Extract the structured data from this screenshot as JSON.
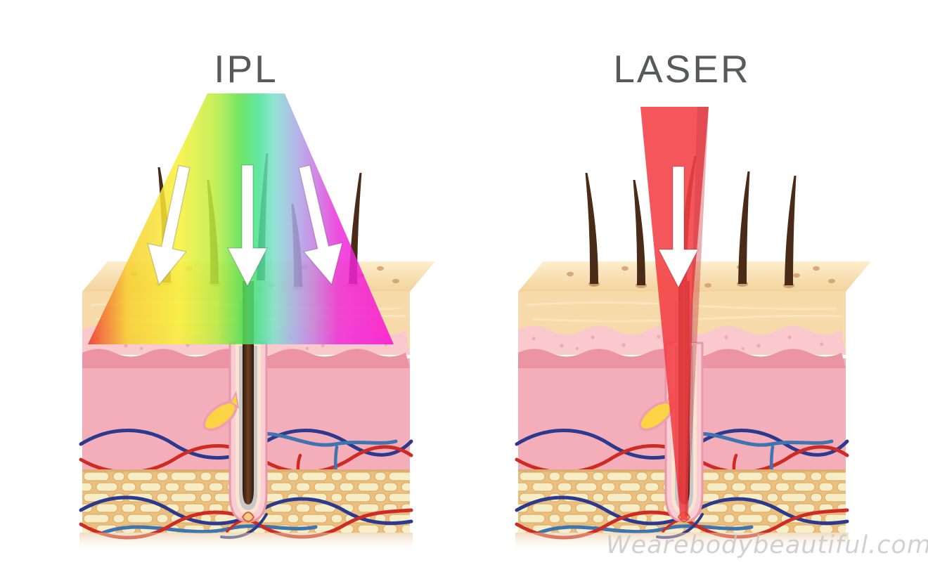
{
  "page": {
    "background": "#ffffff"
  },
  "panels": [
    {
      "id": "ipl",
      "title": "IPL",
      "beam_kind": "broad-spectrum-rainbow-cone",
      "arrow_icon": "down-arrow-icon",
      "arrow_count": 3
    },
    {
      "id": "laser",
      "title": "LASER",
      "beam_kind": "focused-single-wavelength-red",
      "arrow_icon": "down-arrow-icon",
      "arrow_count": 1
    }
  ],
  "watermark": {
    "text": "Wearebodybeautiful.com"
  },
  "colors": {
    "title_text": "#58595b",
    "laser_red": "#f43f46",
    "laser_red_dark": "#c2232b",
    "skin_surface": "#fbe6c0",
    "epidermis_tan": "#f7daaa",
    "epidermis_pink": "#f9c9ce",
    "dermis_edge": "#ec93a4",
    "dermis_pink": "#f4aeb9",
    "fat_background": "#eabf7f",
    "fat_cell": "#f7edc6",
    "vessel_red": "#ce2b24",
    "vessel_blue": "#2b3a8f",
    "vessel_lightblue": "#3e74b0",
    "hair_brown": "#4a2b18",
    "follicle_pink": "#f9cdd3",
    "follicle_gray": "#c7c7c7",
    "sebaceous_yellow": "#fbd344",
    "watermark_gray": "#c9c9c9"
  },
  "ipl_spectrum": [
    "#ed3124",
    "#f2712b",
    "#f6cf2f",
    "#f9f138",
    "#57e14b",
    "#46e394",
    "#7fe0cf",
    "#a8a9e6",
    "#c47ae0",
    "#ee2bd8",
    "#fb10d0"
  ]
}
